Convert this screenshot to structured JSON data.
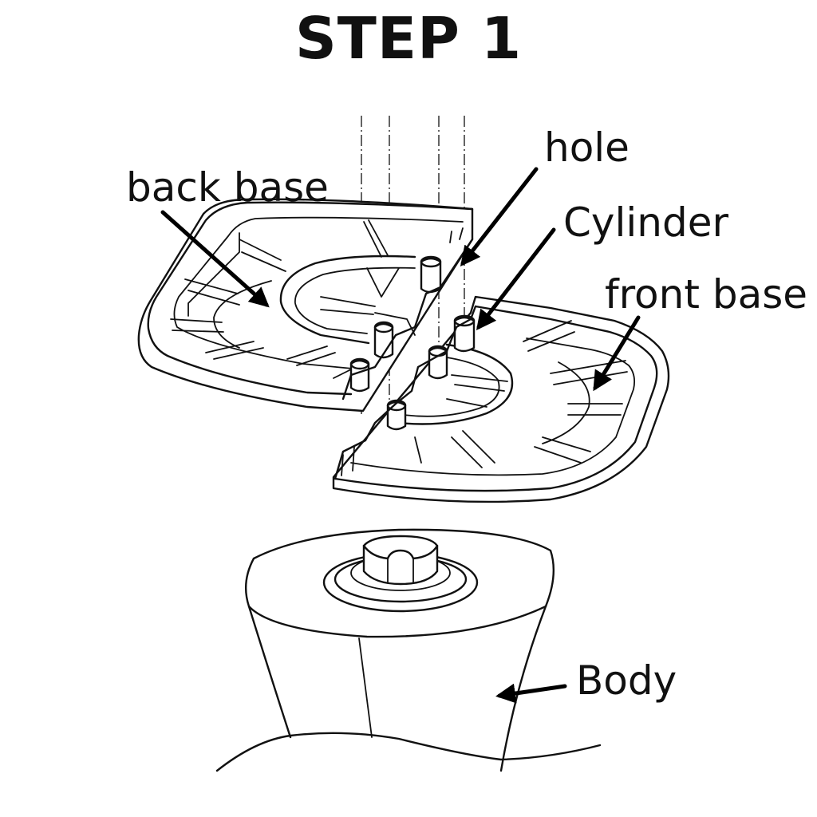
{
  "title": "STEP 1",
  "labels": {
    "back_base": "back base",
    "hole": "hole",
    "cylinder": "Cylinder",
    "front_base": "front base",
    "body": "Body"
  },
  "colors": {
    "line": "#111111",
    "background": "#ffffff"
  }
}
